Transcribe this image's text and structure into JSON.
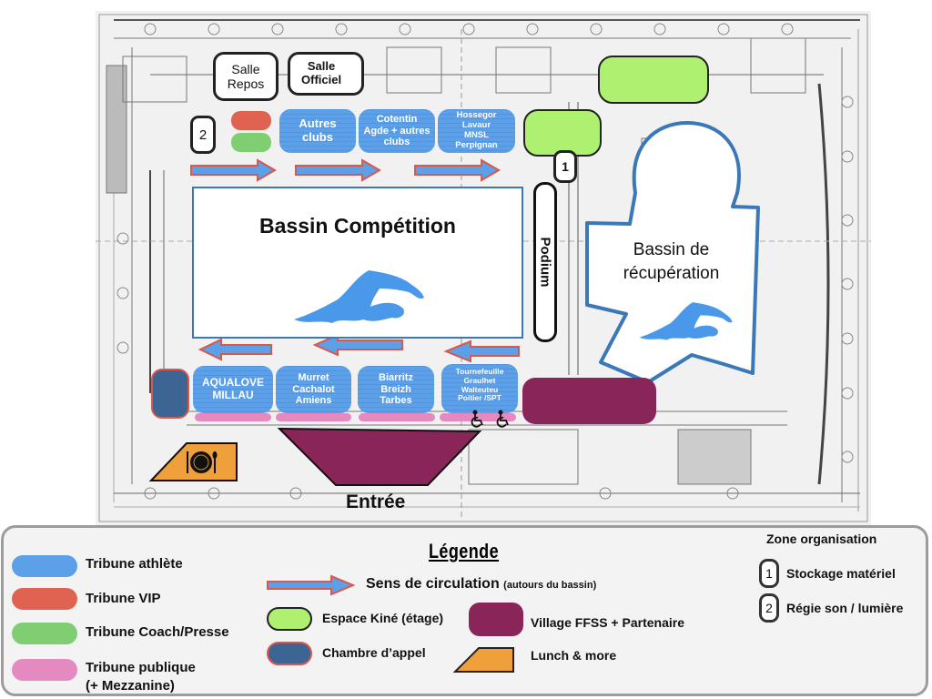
{
  "map": {
    "rooms": {
      "salle_repos": "Salle\nRepos",
      "salle_officiel": "Salle\nOfficiel"
    },
    "zone_markers": {
      "storage": "1",
      "sound_light": "2"
    },
    "tribunes_top": [
      {
        "label": "Autres\nclubs"
      },
      {
        "label": "Cotentin\nAgde + autres\nclubs"
      },
      {
        "label": "Hossegor\nLavaur\nMNSL\nPerpignan"
      }
    ],
    "tribunes_bottom": [
      {
        "label": "AQUALOVE\nMILLAU"
      },
      {
        "label": "Murret\nCachalot\nAmiens"
      },
      {
        "label": "Biarritz\nBreizh\nTarbes"
      },
      {
        "label": "Tournefeuille\nGraulhet\nWalteuteu\nPoitier /SPT"
      }
    ],
    "competition_pool": "Bassin Compétition",
    "podium": "Podium",
    "recovery_pool": "Bassin de\nrécupération",
    "entrance": "Entrée",
    "icons": {
      "swimmer": "swimmer-icon",
      "wheelchair": "wheelchair-icon",
      "dining": "plate-cutlery-icon"
    }
  },
  "legend": {
    "title": "Légende",
    "tribunes": [
      {
        "label": "Tribune athlète",
        "color": "#5ba0e8"
      },
      {
        "label": "Tribune VIP",
        "color": "#e06352"
      },
      {
        "label": "Tribune Coach/Presse",
        "color": "#7fcf72"
      },
      {
        "label": "Tribune publique\n(+ Mezzanine)",
        "color": "#e48ac0"
      }
    ],
    "circulation": {
      "label": "Sens de circulation",
      "note": "(autours du bassin)"
    },
    "kine": {
      "label": "Espace Kiné (étage)",
      "color": "#aef070"
    },
    "chambre": {
      "label": "Chambre d’appel",
      "color": "#3d6594"
    },
    "village": {
      "label": "Village FFSS + Partenaire",
      "color": "#8a2559"
    },
    "lunch": {
      "label": "Lunch & more",
      "color": "#f0a03a"
    },
    "zone_org": {
      "title": "Zone organisation",
      "items": [
        {
          "num": "1",
          "label": "Stockage matériel"
        },
        {
          "num": "2",
          "label": "Régie son / lumière"
        }
      ]
    }
  }
}
